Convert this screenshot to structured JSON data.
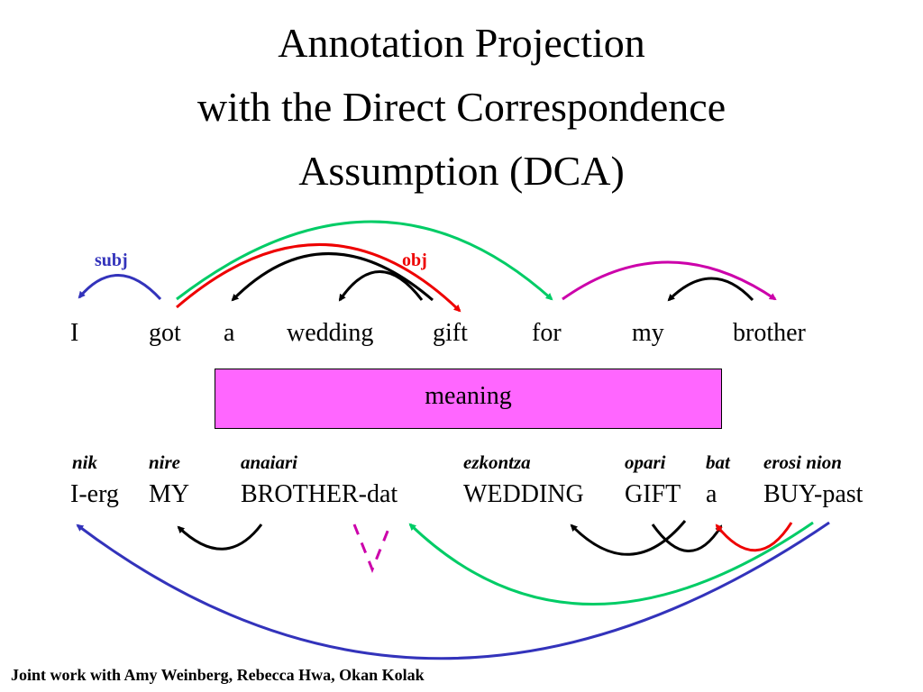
{
  "title": {
    "line1": "Annotation Projection",
    "line2": "with the Direct Correspondence",
    "line3": "Assumption (DCA)"
  },
  "labels": {
    "subj": "subj",
    "obj": "obj"
  },
  "english_words": [
    "I",
    "got",
    "a",
    "wedding",
    "gift",
    "for",
    "my",
    "brother"
  ],
  "meaning": "meaning",
  "basque_words": [
    "nik",
    "nire",
    "anaiari",
    "ezkontza",
    "opari",
    "bat",
    "erosi nion"
  ],
  "basque_glosses": [
    "I-erg",
    "MY",
    "BROTHER-dat",
    "WEDDING",
    "GIFT",
    "a",
    "BUY-past"
  ],
  "credit": "Joint work with Amy Weinberg, Rebecca Hwa, Okan Kolak",
  "colors": {
    "subj": "#3333bb",
    "obj": "#ee0000",
    "green": "#00cc66",
    "magenta": "#cc00aa",
    "black": "#000000",
    "box": "#ff66ff"
  }
}
